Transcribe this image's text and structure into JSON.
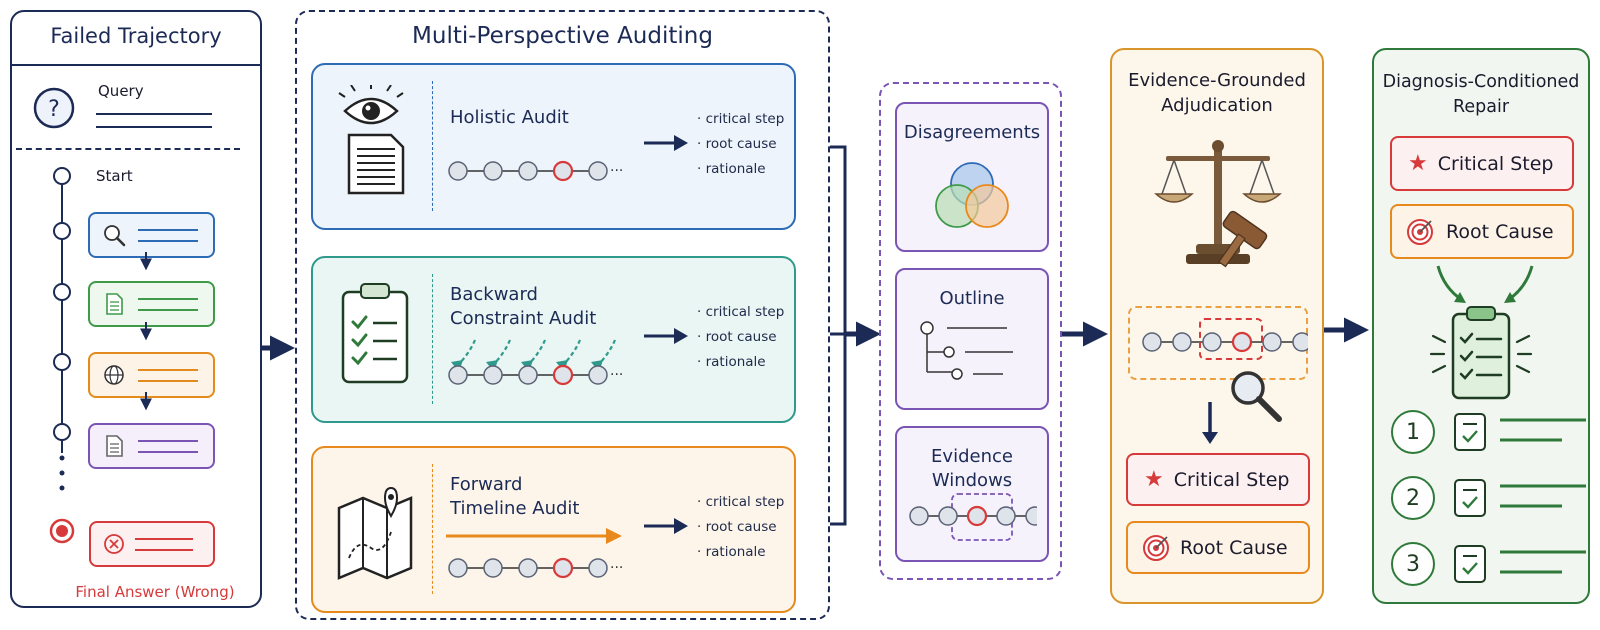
{
  "trajectory": {
    "title": "Failed Trajectory",
    "query_label": "Query",
    "query_icon": "question-icon",
    "start_label": "Start",
    "final_label": "Final Answer (Wrong)",
    "steps": [
      {
        "icon": "search-icon",
        "color": "#2e6bb5",
        "fill": "#eef4fc"
      },
      {
        "icon": "document-icon",
        "color": "#3f9a4a",
        "fill": "#eff8ef"
      },
      {
        "icon": "globe-icon",
        "color": "#e38b1d",
        "fill": "#fdf4e7"
      },
      {
        "icon": "file-icon",
        "color": "#7b55b3",
        "fill": "#f4effa"
      }
    ],
    "final_icon": "error-x-icon"
  },
  "auditing": {
    "title": "Multi-Perspective Auditing",
    "audits": [
      {
        "icon": "eye-document-icon",
        "title_lines": [
          "Holistic Audit"
        ],
        "bullets": [
          "critical step",
          "root cause",
          "rationale"
        ],
        "color": "#2e6bb5",
        "fill": "#eef4fb"
      },
      {
        "icon": "clipboard-check-icon",
        "title_lines": [
          "Backward",
          "Constraint Audit"
        ],
        "bullets": [
          "critical step",
          "root cause",
          "rationale"
        ],
        "color": "#2f9a8c",
        "fill": "#eaf6f4"
      },
      {
        "icon": "map-icon",
        "title_lines": [
          "Forward",
          "Timeline Audit"
        ],
        "bullets": [
          "critical step",
          "root cause",
          "rationale"
        ],
        "color": "#e8891d",
        "fill": "#fdf5ea"
      }
    ]
  },
  "evidence": {
    "cards": [
      {
        "title_lines": [
          "Disagreements"
        ],
        "icon": "venn-diagram-icon"
      },
      {
        "title_lines": [
          "Outline"
        ],
        "icon": "outline-tree-icon"
      },
      {
        "title_lines": [
          "Evidence",
          "Windows"
        ],
        "icon": "evidence-window-icon"
      }
    ],
    "color": "#7b55b3"
  },
  "adjudication": {
    "title_lines": [
      "Evidence-Grounded",
      "Adjudication"
    ],
    "icon": "scales-gavel-icon",
    "critical_step": "Critical Step",
    "root_cause": "Root Cause",
    "color": "#d9952a",
    "fill": "#fdf6ea"
  },
  "repair": {
    "title_lines": [
      "Diagnosis-Conditioned",
      "Repair"
    ],
    "critical_step": "Critical Step",
    "root_cause": "Root Cause",
    "numbers": [
      "1",
      "2",
      "3"
    ],
    "color": "#2f7a3a",
    "fill": "#f1f7f0"
  },
  "colors": {
    "navy": "#1c2b55",
    "red": "#d63a3a",
    "node_fill": "#dfe3ea",
    "node_stroke": "#5a6275"
  }
}
